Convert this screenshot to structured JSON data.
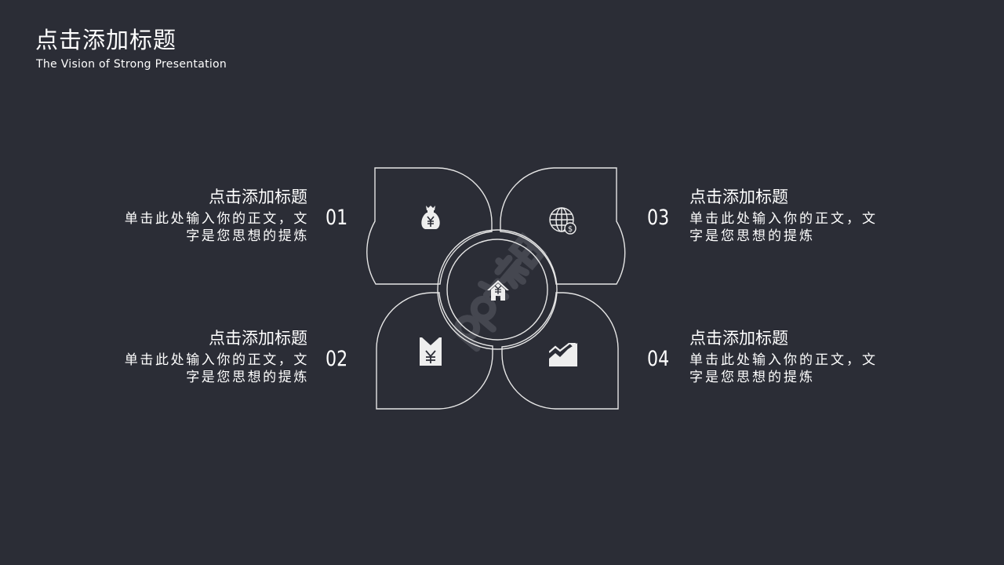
{
  "header": {
    "title": "点击添加标题",
    "subtitle": "The Vision of Strong Presentation"
  },
  "items": [
    {
      "number": "01",
      "title": "点击添加标题",
      "body_line1": "单击此处输入你的正文，文",
      "body_line2": "字是您思想的提炼",
      "icon": "money-bag-yen-icon"
    },
    {
      "number": "02",
      "title": "点击添加标题",
      "body_line1": "单击此处输入你的正文，文",
      "body_line2": "字是您思想的提炼",
      "icon": "yen-envelope-icon"
    },
    {
      "number": "03",
      "title": "点击添加标题",
      "body_line1": "单击此处输入你的正文，文",
      "body_line2": "字是您思想的提炼",
      "icon": "globe-dollar-icon"
    },
    {
      "number": "04",
      "title": "点击添加标题",
      "body_line1": "单击此处输入你的正文，文",
      "body_line2": "字是您思想的提炼",
      "icon": "trend-chart-icon"
    }
  ],
  "center": {
    "icon": "house-yen-icon"
  },
  "watermark": "PPt家园",
  "colors": {
    "background": "#2b2d36",
    "text": "#ffffff",
    "outline": "#e6e6e6",
    "icon_fill": "#eeeeee",
    "watermark": "#4a4c55"
  }
}
